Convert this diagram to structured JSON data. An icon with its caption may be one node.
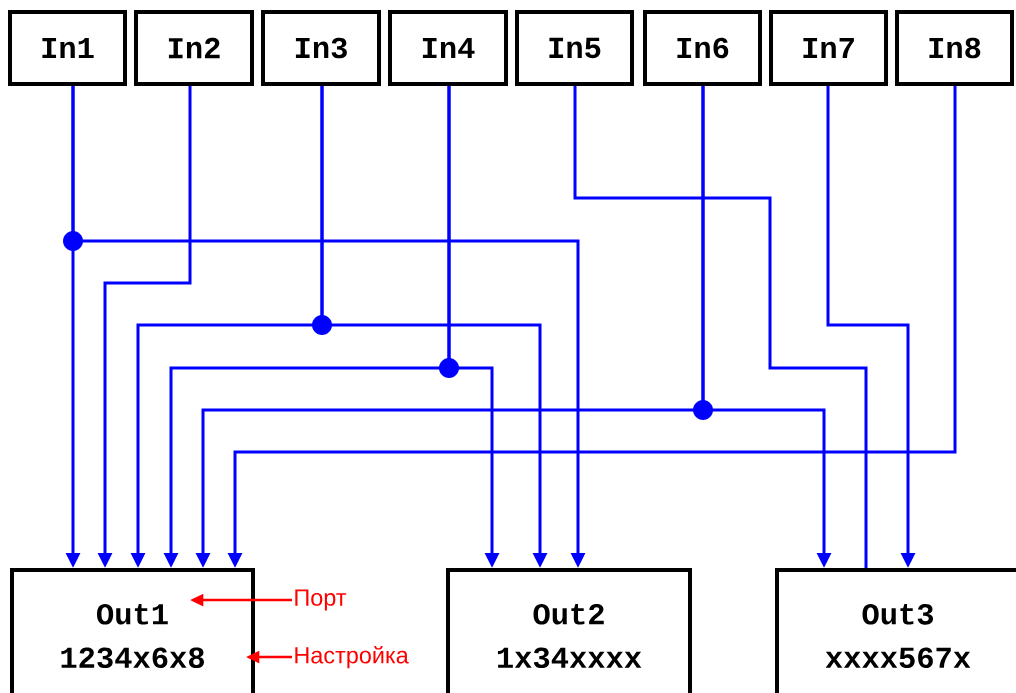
{
  "diagram": {
    "nodes": [
      {
        "text": [
          "In1"
        ]
      },
      {
        "text": [
          "In2"
        ]
      },
      {
        "text": [
          "In3"
        ]
      },
      {
        "text": [
          "In4"
        ]
      },
      {
        "text": [
          "In5"
        ]
      },
      {
        "text": [
          "In6"
        ]
      },
      {
        "text": [
          "In7"
        ]
      },
      {
        "text": [
          "In8"
        ]
      },
      {
        "text": [
          "Out1",
          "1234x6x8"
        ]
      },
      {
        "text": [
          "Out2",
          "1x34xxxx"
        ]
      },
      {
        "text": [
          "Out3",
          "xxxx567x"
        ]
      },
      {
        "text": [
          "Порт"
        ]
      },
      {
        "text": [
          "Настройка"
        ]
      }
    ],
    "edges": [
      {
        "from": 0,
        "to": 8,
        "arrow": "to"
      },
      {
        "from": 0,
        "to": 9,
        "arrow": "to"
      },
      {
        "from": 1,
        "to": 8,
        "arrow": "to"
      },
      {
        "from": 2,
        "to": 8,
        "arrow": "to"
      },
      {
        "from": 2,
        "to": 9,
        "arrow": "to"
      },
      {
        "from": 3,
        "to": 8,
        "arrow": "to"
      },
      {
        "from": 3,
        "to": 9,
        "arrow": "to"
      },
      {
        "from": 4,
        "to": 10,
        "arrow": "none"
      },
      {
        "from": 5,
        "to": 8,
        "arrow": "to"
      },
      {
        "from": 5,
        "to": 10,
        "arrow": "to"
      },
      {
        "from": 6,
        "to": 10,
        "arrow": "to"
      },
      {
        "from": 7,
        "to": 8,
        "arrow": "to"
      },
      {
        "from": 11,
        "to": 8,
        "arrow": "to",
        "color": "#ff0000"
      },
      {
        "from": 12,
        "to": 8,
        "arrow": "to",
        "color": "#ff0000"
      }
    ]
  }
}
